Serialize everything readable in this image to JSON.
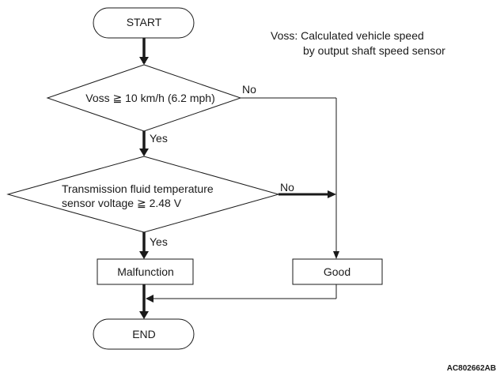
{
  "legend": {
    "line1": "Voss: Calculated vehicle speed",
    "line2": "by output shaft speed sensor"
  },
  "nodes": {
    "start": "START",
    "decision1": "Voss ≧ 10 km/h (6.2 mph)",
    "decision2_line1": "Transmission fluid temperature",
    "decision2_line2": "sensor voltage ≧ 2.48 V",
    "malfunction": "Malfunction",
    "good": "Good",
    "end": "END"
  },
  "edges": {
    "d1_yes": "Yes",
    "d1_no": "No",
    "d2_yes": "Yes",
    "d2_no": "No"
  },
  "figure_code": "AC802662AB"
}
